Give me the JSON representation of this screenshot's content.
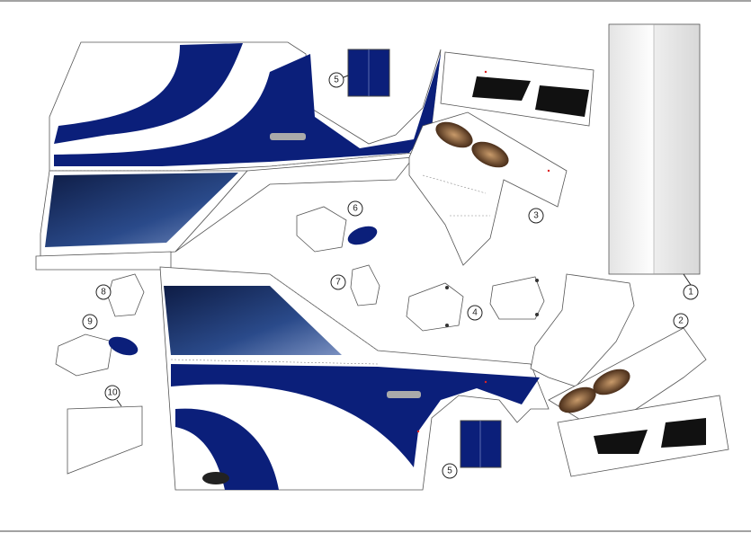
{
  "sheet": {
    "title": "Papercraft car template",
    "colors": {
      "body_blue": "#0b1f7a",
      "window_dark": "#142a5a",
      "paper": "#ffffff"
    },
    "parts": [
      {
        "id": "part-1",
        "label": "1"
      },
      {
        "id": "part-2",
        "label": "2"
      },
      {
        "id": "part-3",
        "label": "3"
      },
      {
        "id": "part-4",
        "label": "4"
      },
      {
        "id": "part-5-top",
        "label": "5"
      },
      {
        "id": "part-5-bottom",
        "label": "5"
      },
      {
        "id": "part-6",
        "label": "6"
      },
      {
        "id": "part-7",
        "label": "7"
      },
      {
        "id": "part-8",
        "label": "8"
      },
      {
        "id": "part-9",
        "label": "9"
      },
      {
        "id": "part-10",
        "label": "10"
      }
    ]
  }
}
